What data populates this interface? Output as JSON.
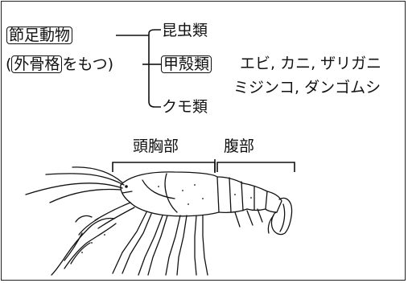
{
  "classification": {
    "root_label": "節足動物",
    "note_open": "(",
    "note_boxed": "外骨格",
    "note_close": "をもつ)",
    "group_insects": "昆虫類",
    "group_crustaceans": "甲殻類",
    "crustacean_examples_line1": "エビ, カニ, ザリガニ",
    "crustacean_examples_line2": "ミジンコ, ダンゴムシ",
    "group_spiders": "クモ類"
  },
  "body_parts": {
    "cephalothorax": "頭胸部",
    "abdomen": "腹部"
  },
  "illustration": {
    "subject_icon": "crayfish-illustration"
  }
}
